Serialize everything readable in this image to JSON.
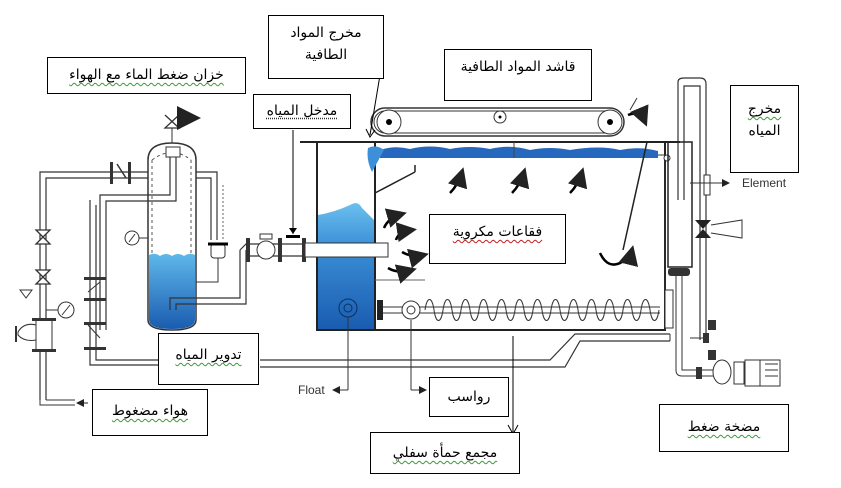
{
  "diagram": {
    "title": "Dissolved Air Flotation system",
    "labels": {
      "pressure_tank": "خزان ضغط الماء مع الهواء",
      "float_outlet_line1": "مخرج المواد",
      "float_outlet_line2": "الطافية",
      "water_inlet": "مدخل المياه",
      "skimmer": "قاشد المواد الطافية",
      "water_outlet_line1": "مخرج",
      "water_outlet_line2": "المياه",
      "micro_bubbles": "فقاعات مكروية",
      "water_recycle": "تدوير المياه",
      "compressed_air": "هواء مضغوط",
      "sediments": "رواسب",
      "sludge_collector": "مجمع حمأة سفلي",
      "pressure_pump": "مضخة ضغط"
    },
    "english_labels": {
      "element": "Element",
      "float": "Float"
    },
    "colors": {
      "water_dark": "#1e5fb0",
      "water_light": "#5fb0e6",
      "line": "#222222"
    }
  }
}
